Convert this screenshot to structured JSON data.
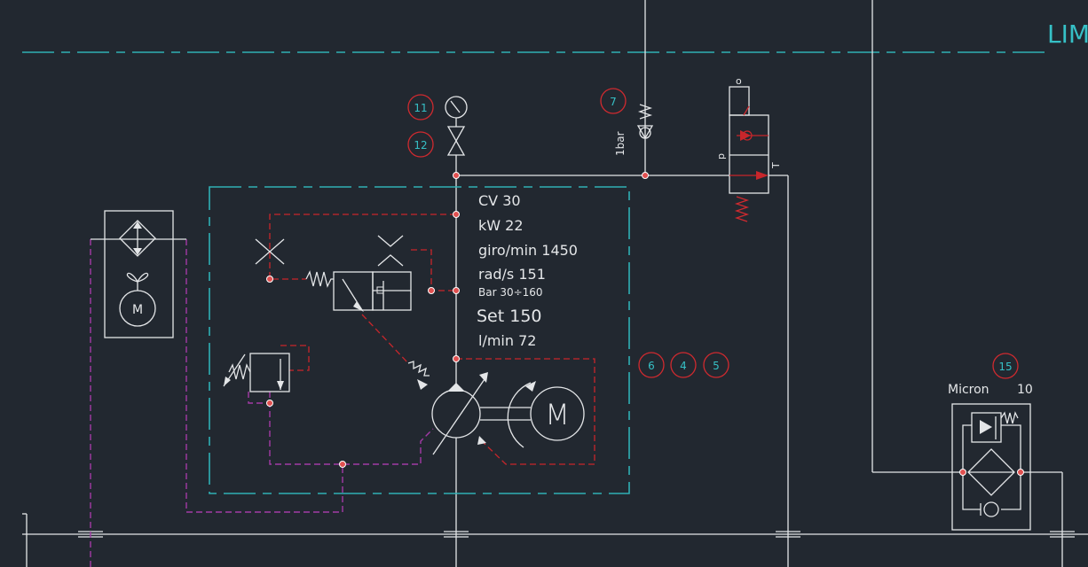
{
  "title_fragment": "LIMI",
  "specs": {
    "cv": "CV  30",
    "kw": "kW  22",
    "rpm": "giro/min   1450",
    "rads": "rad/s   151",
    "bar_range": "Bar  30÷160",
    "set": "Set 150",
    "flow": "l/min  72"
  },
  "check_valve_label": "1bar",
  "filter_label": "Micron",
  "filter_value": "10",
  "motor_label": "M",
  "callouts": [
    "11",
    "12",
    "7",
    "6",
    "4",
    "5",
    "15"
  ],
  "colors": {
    "background": "#222830",
    "line": "#e4e6e8",
    "boundary": "#2fb0b4",
    "pilot": "#c8262b",
    "drain": "#a23aa6"
  }
}
